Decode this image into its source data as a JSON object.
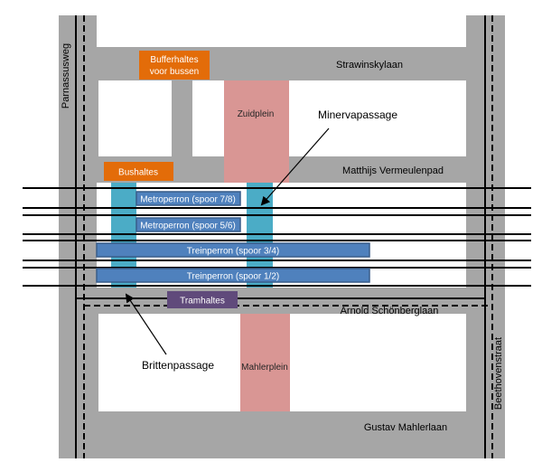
{
  "colors": {
    "road": "#a6a6a6",
    "rail": "#000000",
    "passage": "#4bacc6",
    "platform_fill": "#4f81bd",
    "platform_stroke": "#385d8a",
    "bus": "#e36c09",
    "tram": "#604a7b",
    "square": "#d99694",
    "white": "#ffffff"
  },
  "streets": {
    "parnassusweg": "Parnassusweg",
    "strawinskylaan": "Strawinskylaan",
    "matthijs_vermeulenpad": "Matthijs Vermeulenpad",
    "arnold_schonberglaan": "Arnold Schönberglaan",
    "gustav_mahlerlaan": "Gustav Mahlerlaan",
    "beethovenstraat": "Beethovenstraat"
  },
  "squares": {
    "zuidplein": "Zuidplein",
    "mahlerplein": "Mahlerplein"
  },
  "stops": {
    "bufferhaltes_line1": "Bufferhaltes",
    "bufferhaltes_line2": "voor bussen",
    "bushaltes": "Bushaltes",
    "tramhaltes": "Tramhaltes"
  },
  "platforms": {
    "metro_78": "Metroperron (spoor 7/8)",
    "metro_56": "Metroperron (spoor 5/6)",
    "trein_34": "Treinperron (spoor 3/4)",
    "trein_12": "Treinperron (spoor 1/2)"
  },
  "passages": {
    "minervapassage": "Minervapassage",
    "brittenpassage": "Brittenpassage"
  }
}
